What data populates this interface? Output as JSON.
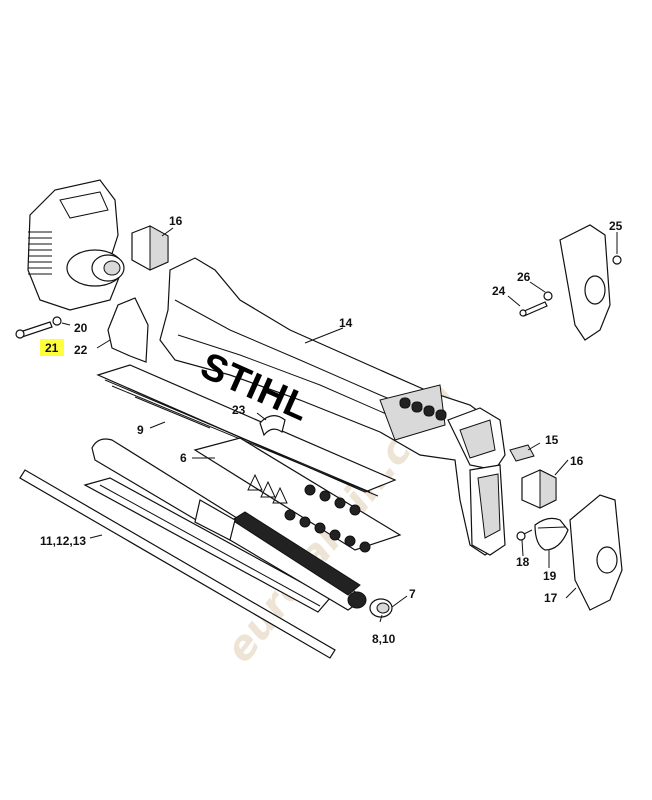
{
  "brand": "STIHL",
  "watermark": "eurojardin.com",
  "highlight_color": "#ffff3c",
  "parts": [
    {
      "id": "p16a",
      "label": "16"
    },
    {
      "id": "p14",
      "label": "14"
    },
    {
      "id": "p20",
      "label": "20"
    },
    {
      "id": "p21",
      "label": "21",
      "highlighted": true
    },
    {
      "id": "p22",
      "label": "22"
    },
    {
      "id": "p9",
      "label": "9"
    },
    {
      "id": "p23",
      "label": "23"
    },
    {
      "id": "p6",
      "label": "6"
    },
    {
      "id": "p11",
      "label": "11,12,13"
    },
    {
      "id": "p7",
      "label": "7"
    },
    {
      "id": "p810",
      "label": "8,10"
    },
    {
      "id": "p25",
      "label": "25"
    },
    {
      "id": "p26",
      "label": "26"
    },
    {
      "id": "p24",
      "label": "24"
    },
    {
      "id": "p15",
      "label": "15"
    },
    {
      "id": "p16b",
      "label": "16"
    },
    {
      "id": "p18",
      "label": "18"
    },
    {
      "id": "p19",
      "label": "19"
    },
    {
      "id": "p17",
      "label": "17"
    }
  ]
}
